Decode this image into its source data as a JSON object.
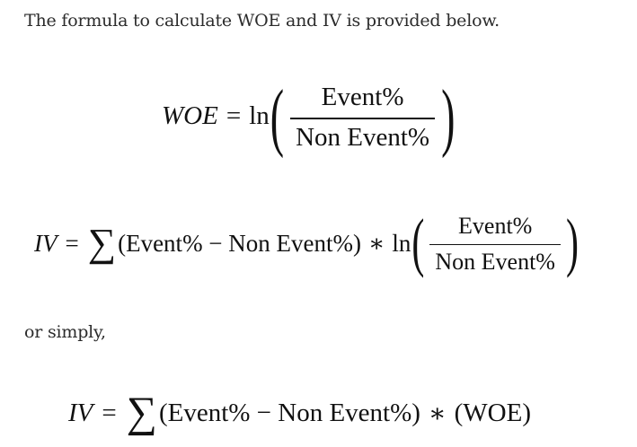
{
  "intro_text": "The formula to calculate WOE and IV is provided below.",
  "or_simply_text": "or simply,",
  "eq_woe": {
    "lhs": "WOE",
    "equals": "=",
    "func": "ln",
    "lparen": "(",
    "numerator": "Event%",
    "denominator": "Non Event%",
    "rparen": ")"
  },
  "eq_iv": {
    "lhs": "IV",
    "equals": "=",
    "sigma": "∑",
    "difference": "(Event% − Non Event%)",
    "times": "∗",
    "func": "ln",
    "lparen": "(",
    "numerator": "Event%",
    "denominator": "Non Event%",
    "rparen": ")"
  },
  "eq_iv_simple": {
    "lhs": "IV",
    "equals": "=",
    "sigma": "∑",
    "difference": "(Event% − Non Event%)",
    "times": "∗",
    "woe_term": "(WOE)"
  }
}
